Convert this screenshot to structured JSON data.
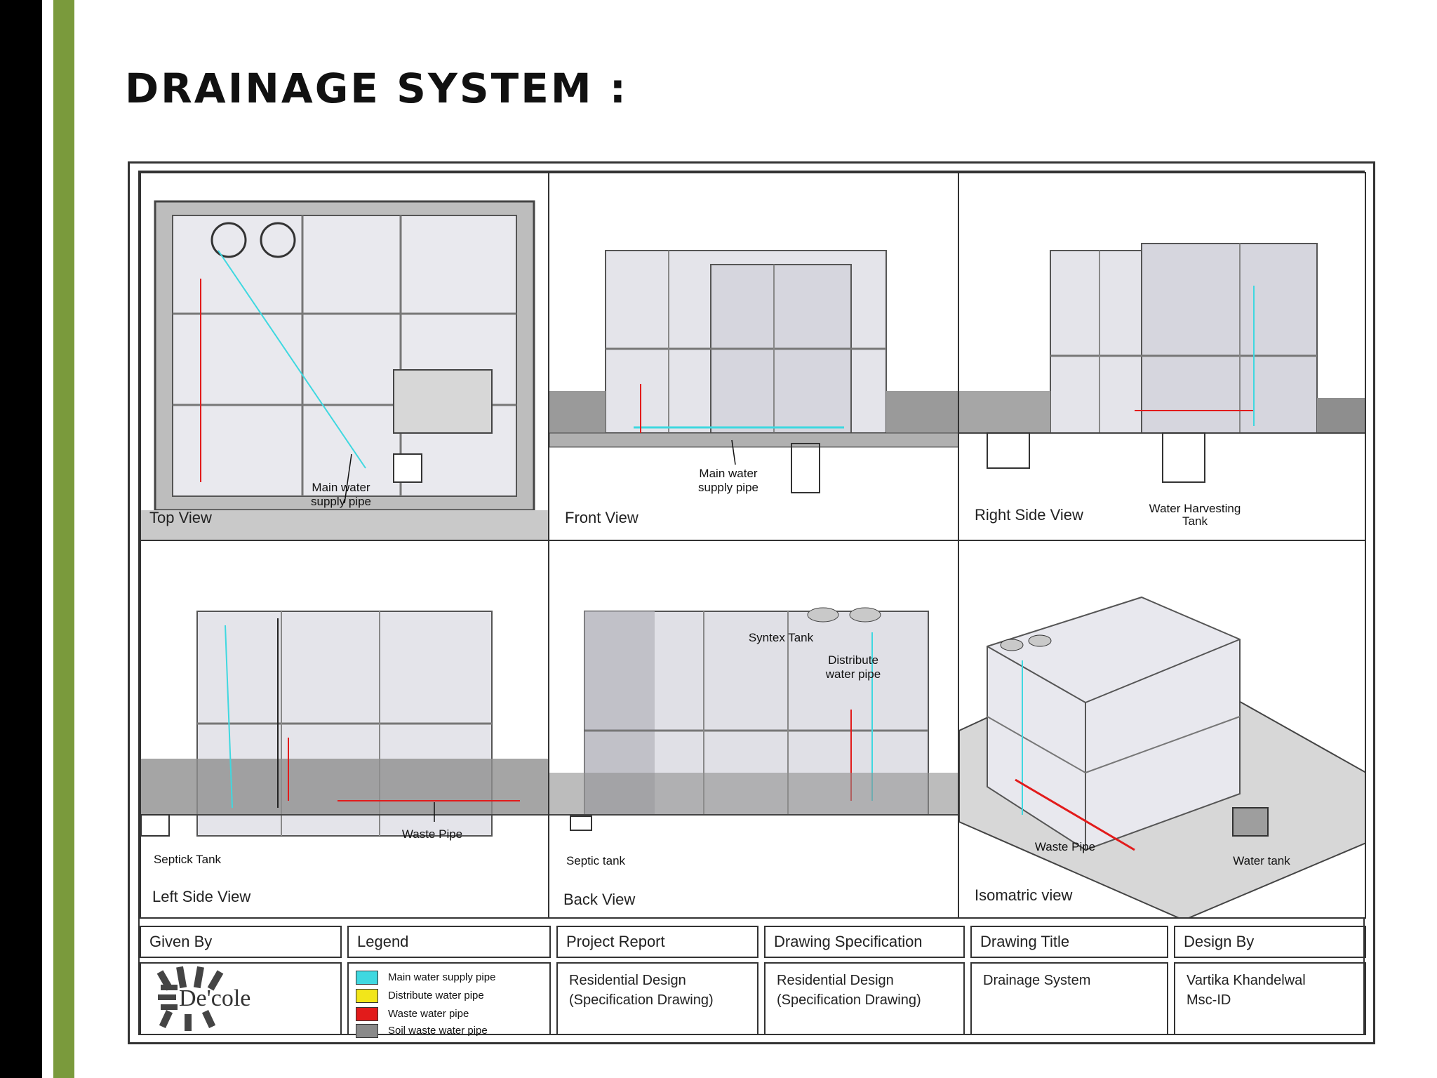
{
  "slide": {
    "title": "Drainage System :"
  },
  "panels": {
    "top": {
      "label": "Top View",
      "notes": [
        "Main water",
        "supply pipe"
      ]
    },
    "front": {
      "label": "Front View",
      "notes": [
        "Main water",
        "supply pipe"
      ]
    },
    "right": {
      "label": "Right Side View",
      "notes": [
        "Water Harvesting",
        "Tank"
      ]
    },
    "left": {
      "label": "Left Side View",
      "notes": [
        "Waste Pipe",
        "Septick Tank"
      ]
    },
    "back": {
      "label": "Back View",
      "notes": [
        "Syntex Tank",
        "Distribute",
        "water pipe",
        "Septic tank"
      ]
    },
    "iso": {
      "label": "Isomatric view",
      "notes": [
        "Waste Pipe",
        "Water tank"
      ]
    }
  },
  "title_block": {
    "given_by": {
      "header": "Given By",
      "logo_text": "De'cole"
    },
    "legend": {
      "header": "Legend",
      "items": [
        {
          "label": "Main water supply pipe",
          "color": "#3fd8e0"
        },
        {
          "label": "Distribute water pipe",
          "color": "#f2e61a"
        },
        {
          "label": "Waste water pipe",
          "color": "#e21b1b"
        },
        {
          "label": "Soil waste water pipe",
          "color": "#8a8a8a"
        }
      ]
    },
    "project_report": {
      "header": "Project Report",
      "line1": "Residential Design",
      "line2": "(Specification Drawing)"
    },
    "drawing_spec": {
      "header": "Drawing Specification",
      "line1": "Residential Design",
      "line2": "(Specification Drawing)"
    },
    "drawing_title": {
      "header": "Drawing Title",
      "line1": "Drainage System"
    },
    "design_by": {
      "header": "Design By",
      "line1": "Vartika Khandelwal",
      "line2": "Msc-ID"
    }
  }
}
